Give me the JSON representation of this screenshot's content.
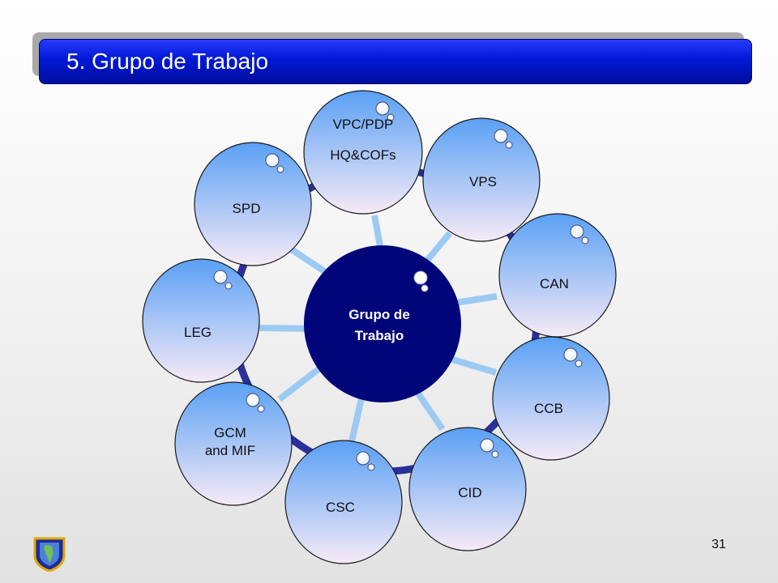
{
  "slide": {
    "title": "5. Grupo de Trabajo",
    "page_number": "31"
  },
  "hub": {
    "lines": [
      "Grupo de",
      "Trabajo"
    ]
  },
  "nodes": [
    {
      "id": "vpc-pdp",
      "lines": [
        "VPC/PDP",
        "HQ&COFs"
      ]
    },
    {
      "id": "vps",
      "lines": [
        "VPS"
      ]
    },
    {
      "id": "can",
      "lines": [
        "CAN"
      ]
    },
    {
      "id": "ccb",
      "lines": [
        "CCB"
      ]
    },
    {
      "id": "cid",
      "lines": [
        "CID"
      ]
    },
    {
      "id": "csc",
      "lines": [
        "CSC"
      ]
    },
    {
      "id": "gcm",
      "lines": [
        "GCM",
        "and MIF"
      ]
    },
    {
      "id": "leg",
      "lines": [
        "LEG"
      ]
    },
    {
      "id": "spd",
      "lines": [
        "SPD"
      ]
    }
  ],
  "colors": {
    "title_bar": "#0018d6",
    "hub_fill": "#00057a",
    "ring": "#2b2f9a",
    "spoke": "#9ccaf2",
    "node_top": "#5aa0f5",
    "node_bottom": "#f6eaf6"
  }
}
